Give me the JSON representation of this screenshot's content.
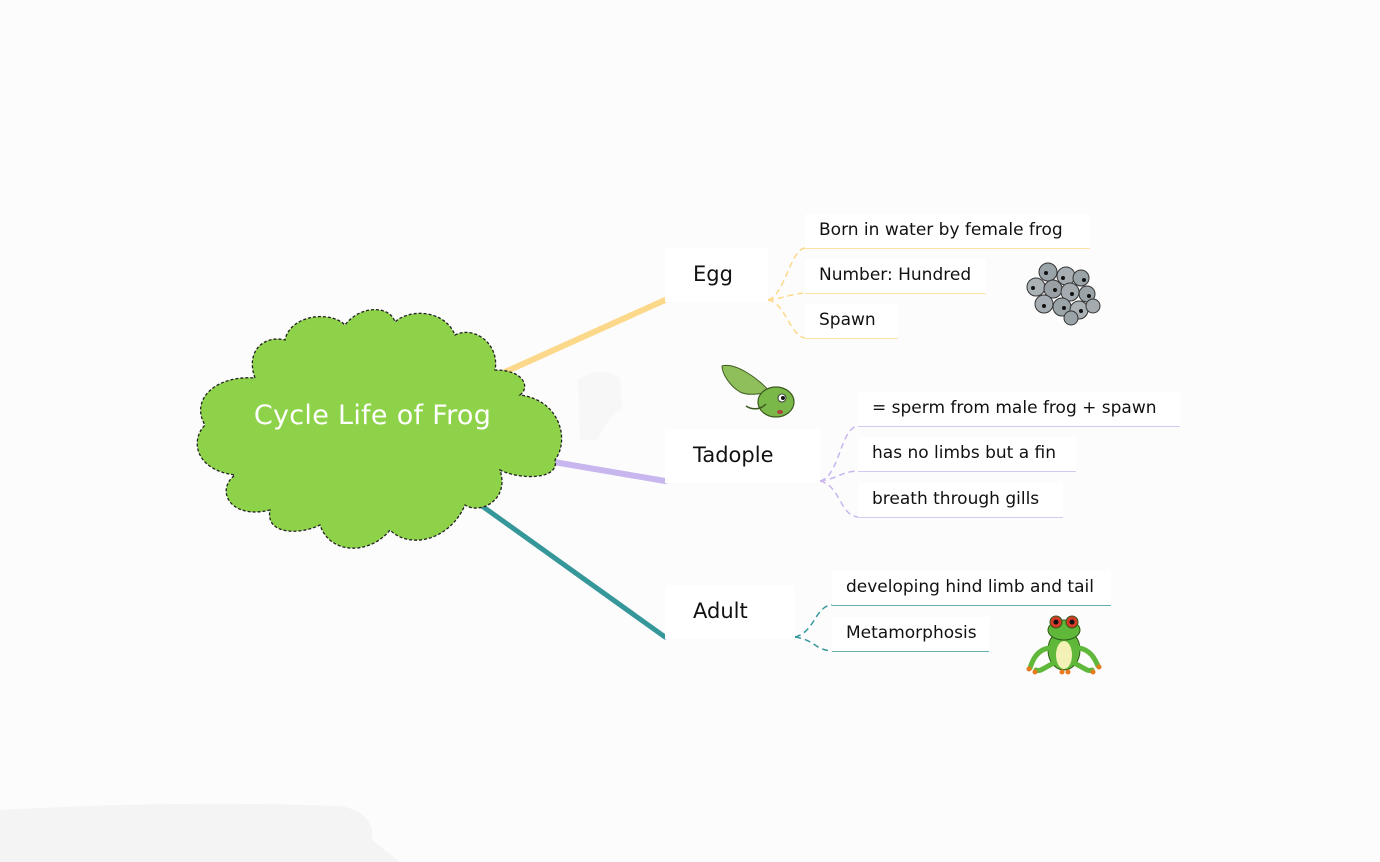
{
  "colors": {
    "background": "#fcfcfc",
    "root_fill": "#8ed24a",
    "egg": "#fcd98a",
    "tadpole": "#c8b6ee",
    "adult": "#35979a"
  },
  "root": {
    "label": "Cycle Life of Frog"
  },
  "branches": [
    {
      "label": "Egg",
      "color": "#fcd98a",
      "children": [
        "Born in water by female frog",
        "Number: Hundred",
        "Spawn"
      ],
      "image": "frog-spawn-icon"
    },
    {
      "label": "Tadople",
      "color": "#c8b6ee",
      "children": [
        "= sperm from male frog + spawn",
        "has no limbs but a fin",
        "breath through gills"
      ],
      "image": "tadpole-icon"
    },
    {
      "label": "Adult",
      "color": "#35979a",
      "children": [
        "developing hind limb and tail",
        "Metamorphosis"
      ],
      "image": "frog-icon"
    }
  ]
}
